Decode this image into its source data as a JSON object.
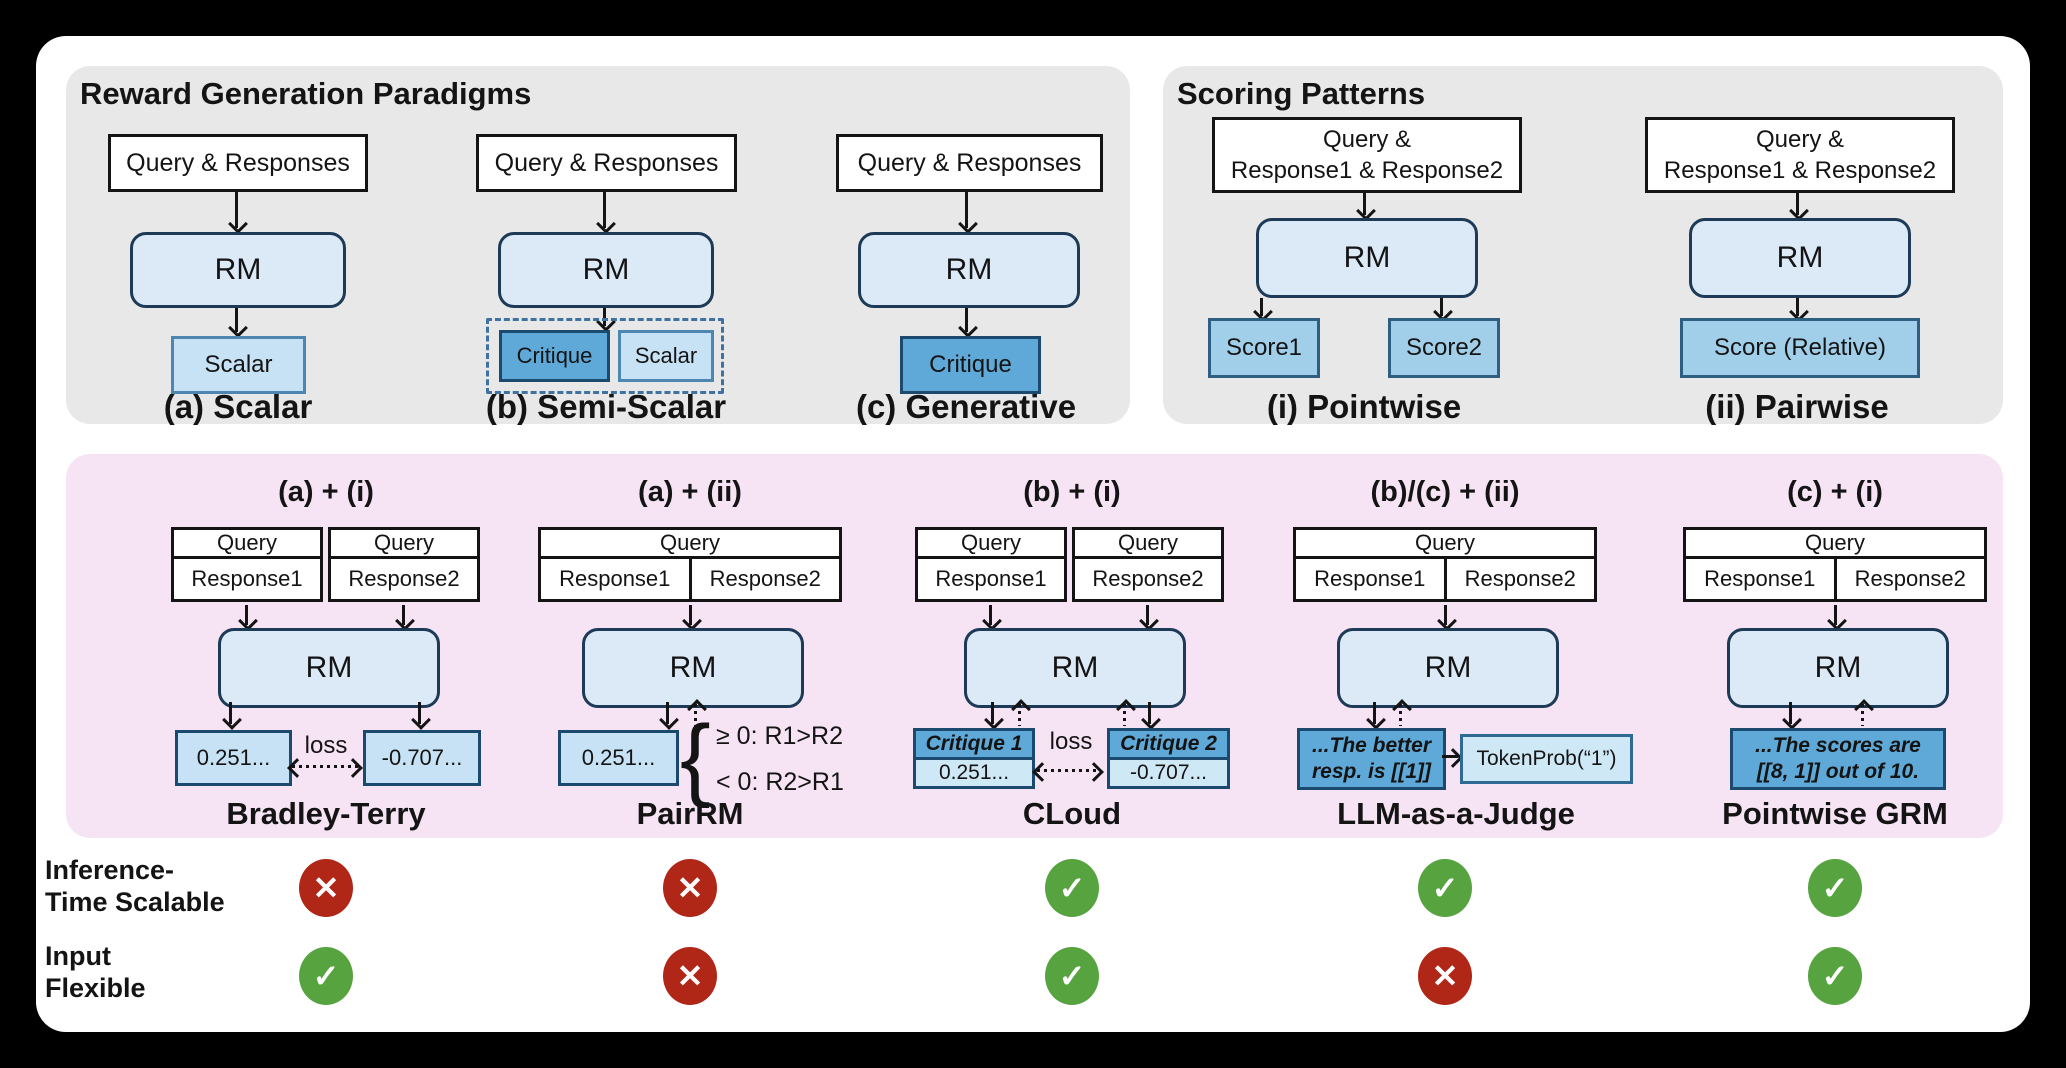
{
  "colors": {
    "background": "#000000",
    "card": "#ffffff",
    "panel_gray": "#e8e8e8",
    "panel_pink": "#f6e4f4",
    "rm_fill": "#dce9f7",
    "rm_border": "#1d3a57",
    "box_blue_light": "#c6e2f4",
    "box_blue_mid": "#a1cfe9",
    "box_blue_dark": "#5fa9d8",
    "check_green": "#57a33f",
    "cross_red": "#b02718"
  },
  "paradigms": {
    "title": "Reward Generation Paradigms",
    "items": [
      {
        "caption": "(a) Scalar",
        "input": "Query & Responses",
        "rm": "RM",
        "out_scalar": "Scalar"
      },
      {
        "caption": "(b) Semi-Scalar",
        "input": "Query & Responses",
        "rm": "RM",
        "out_critique": "Critique",
        "out_scalar": "Scalar"
      },
      {
        "caption": "(c) Generative",
        "input": "Query & Responses",
        "rm": "RM",
        "out_critique": "Critique"
      }
    ]
  },
  "scoring": {
    "title": "Scoring Patterns",
    "items": [
      {
        "caption": "(i) Pointwise",
        "input_line1": "Query &",
        "input_line2": "Response1 & Response2",
        "rm": "RM",
        "out1": "Score1",
        "out2": "Score2"
      },
      {
        "caption": "(ii) Pairwise",
        "input_line1": "Query &",
        "input_line2": "Response1 & Response2",
        "rm": "RM",
        "out": "Score (Relative)"
      }
    ]
  },
  "combos": {
    "columns": [
      {
        "header": "(a) + (i)",
        "name": "Bradley-Terry",
        "query": "Query",
        "r1": "Response1",
        "r2": "Response2",
        "rm": "RM",
        "out1": "0.251...",
        "out2": "-0.707...",
        "loss": "loss"
      },
      {
        "header": "(a) + (ii)",
        "name": "PairRM",
        "query": "Query",
        "r1": "Response1",
        "r2": "Response2",
        "rm": "RM",
        "out": "0.251...",
        "brace": "{",
        "cond1": "≥ 0: R1>R2",
        "cond2": "< 0: R2>R1"
      },
      {
        "header": "(b) + (i)",
        "name": "CLoud",
        "query": "Query",
        "r1": "Response1",
        "r2": "Response2",
        "rm": "RM",
        "crit1": "Critique 1",
        "out1": "0.251...",
        "crit2": "Critique 2",
        "out2": "-0.707...",
        "loss": "loss"
      },
      {
        "header": "(b)/(c) + (ii)",
        "name": "LLM-as-a-Judge",
        "query": "Query",
        "r1": "Response1",
        "r2": "Response2",
        "rm": "RM",
        "judge_line1": "...The better",
        "judge_line2": "resp. is [[1]]",
        "token": "TokenProb(“1”)"
      },
      {
        "header": "(c) + (i)",
        "name": "Pointwise GRM",
        "query": "Query",
        "r1": "Response1",
        "r2": "Response2",
        "rm": "RM",
        "gen_line1": "...The scores are",
        "gen_line2": "[[8, 1]] out of 10."
      }
    ]
  },
  "criteria": {
    "icons": {
      "yes": "✓",
      "no": "✕"
    },
    "rows": [
      {
        "label_line1": "Inference-",
        "label_line2": "Time Scalable",
        "values": [
          "no",
          "no",
          "yes",
          "yes",
          "yes"
        ]
      },
      {
        "label_line1": "Input",
        "label_line2": "Flexible",
        "values": [
          "yes",
          "no",
          "yes",
          "no",
          "yes"
        ]
      }
    ]
  }
}
